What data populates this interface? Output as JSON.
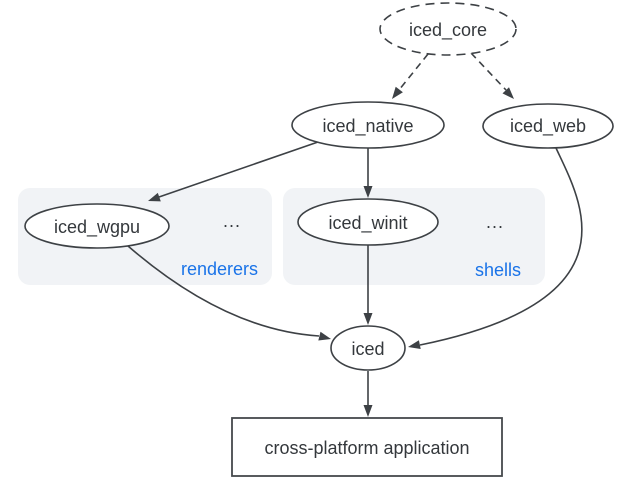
{
  "diagram": {
    "colors": {
      "stroke": "#3d4145",
      "text": "#34383c",
      "accent_blue": "#1a73e8",
      "group_fill": "#f1f3f6",
      "background": "#ffffff"
    },
    "nodes": {
      "iced_core": {
        "label": "iced_core",
        "shape": "dashed-ellipse"
      },
      "iced_native": {
        "label": "iced_native",
        "shape": "ellipse"
      },
      "iced_web": {
        "label": "iced_web",
        "shape": "ellipse"
      },
      "iced_wgpu": {
        "label": "iced_wgpu",
        "shape": "ellipse"
      },
      "iced_winit": {
        "label": "iced_winit",
        "shape": "ellipse"
      },
      "iced": {
        "label": "iced",
        "shape": "ellipse"
      },
      "cross_platform_application": {
        "label": "cross-platform application",
        "shape": "rectangle"
      }
    },
    "groups": {
      "renderers": {
        "label": "renderers",
        "ellipsis": "..."
      },
      "shells": {
        "label": "shells",
        "ellipsis": "..."
      }
    },
    "edges": [
      {
        "from": "iced_core",
        "to": "iced_native",
        "style": "dashed"
      },
      {
        "from": "iced_core",
        "to": "iced_web",
        "style": "dashed"
      },
      {
        "from": "iced_native",
        "to": "iced_wgpu",
        "style": "solid"
      },
      {
        "from": "iced_native",
        "to": "iced_winit",
        "style": "solid"
      },
      {
        "from": "iced_wgpu",
        "to": "iced",
        "style": "solid"
      },
      {
        "from": "iced_winit",
        "to": "iced",
        "style": "solid"
      },
      {
        "from": "iced_web",
        "to": "iced",
        "style": "solid"
      },
      {
        "from": "iced",
        "to": "cross_platform_application",
        "style": "solid"
      }
    ]
  }
}
